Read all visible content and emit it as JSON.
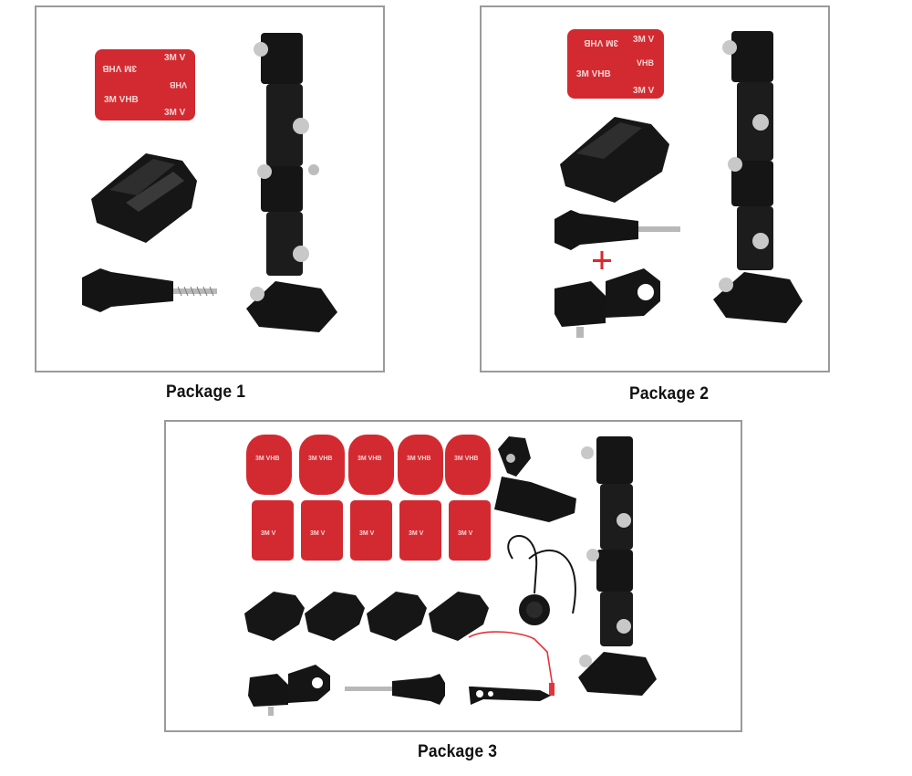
{
  "packages": [
    {
      "label": "Package 1"
    },
    {
      "label": "Package 2"
    },
    {
      "label": "Package 3"
    }
  ],
  "tape_print": {
    "brand": "3M",
    "line_a": "3M VHB",
    "line_b": "3M V",
    "line_c": "VHB"
  },
  "colors": {
    "tape_red": "#d32a31",
    "plastic_black": "#151515",
    "panel_border": "#9a9a9a",
    "plus_red": "#e0262b",
    "lanyard_red": "#e2343a"
  }
}
